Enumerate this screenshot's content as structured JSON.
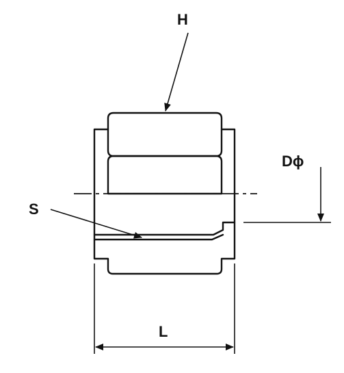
{
  "labels": {
    "hex": "H",
    "diameter": "Dϕ",
    "seat": "S",
    "length": "L"
  }
}
